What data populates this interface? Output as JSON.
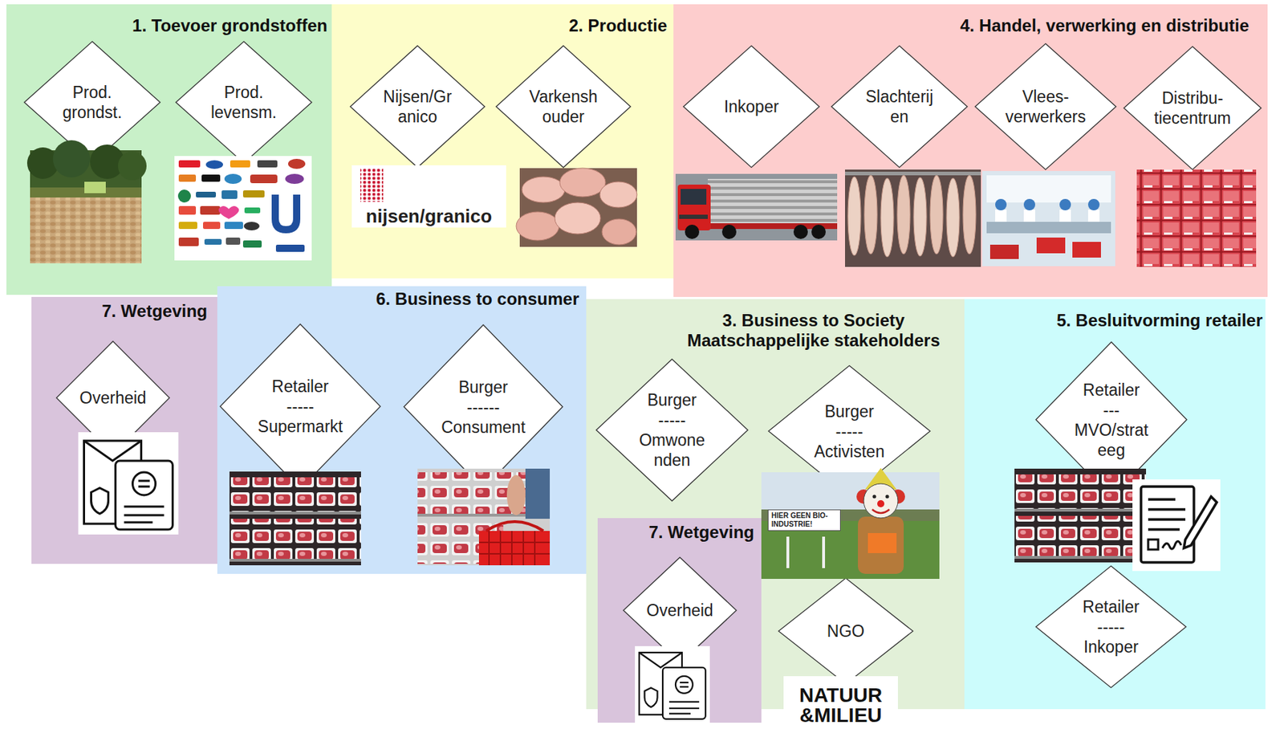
{
  "diagram": {
    "nodes": [
      {
        "text": [
          "1. Toevoer grondstoffen"
        ]
      },
      {
        "text": [
          "Prod. grondst."
        ],
        "in": 0
      },
      {
        "text": [
          "Prod. levensm."
        ],
        "in": 0
      },
      {
        "text": [
          "2. Productie"
        ]
      },
      {
        "text": [
          "Nijsen/Gr anico"
        ],
        "in": 3
      },
      {
        "text": [
          "Varkensh ouder"
        ],
        "in": 3
      },
      {
        "text": [
          "4. Handel, verwerking en distributie"
        ]
      },
      {
        "text": [
          "Inkoper"
        ],
        "in": 6
      },
      {
        "text": [
          "Slachterij en"
        ],
        "in": 6
      },
      {
        "text": [
          "Vlees- verwerkers"
        ],
        "in": 6
      },
      {
        "text": [
          "Distribu- tiecentrum"
        ],
        "in": 6
      },
      {
        "text": [
          "7. Wetgeving"
        ]
      },
      {
        "text": [
          "Overheid"
        ],
        "in": 11
      },
      {
        "text": [
          "6. Business to consumer"
        ]
      },
      {
        "text": [
          "Retailer ----- Supermarkt"
        ],
        "in": 13
      },
      {
        "text": [
          "Burger ------ Consument"
        ],
        "in": 13
      },
      {
        "text": [
          "3. Business to Society Maatschappelijke stakeholders"
        ]
      },
      {
        "text": [
          "Burger ----- Omwone nden"
        ],
        "in": 16
      },
      {
        "text": [
          "Burger ----- Activisten"
        ],
        "in": 16
      },
      {
        "text": [
          "7. Wetgeving"
        ],
        "in": 16
      },
      {
        "text": [
          "Overheid"
        ],
        "in": 19
      },
      {
        "text": [
          "NGO"
        ],
        "in": 16
      },
      {
        "text": [
          "5. Besluitvorming retailer"
        ]
      },
      {
        "text": [
          "Retailer --- MVO/strat eeg"
        ],
        "in": 22
      },
      {
        "text": [
          "Retailer ----- Inkoper"
        ],
        "in": 22
      }
    ],
    "labels": [
      "nijsen/granico",
      "HIER GEEN BIO-INDUSTRIE!",
      "NATUUR &MILIEU"
    ]
  }
}
